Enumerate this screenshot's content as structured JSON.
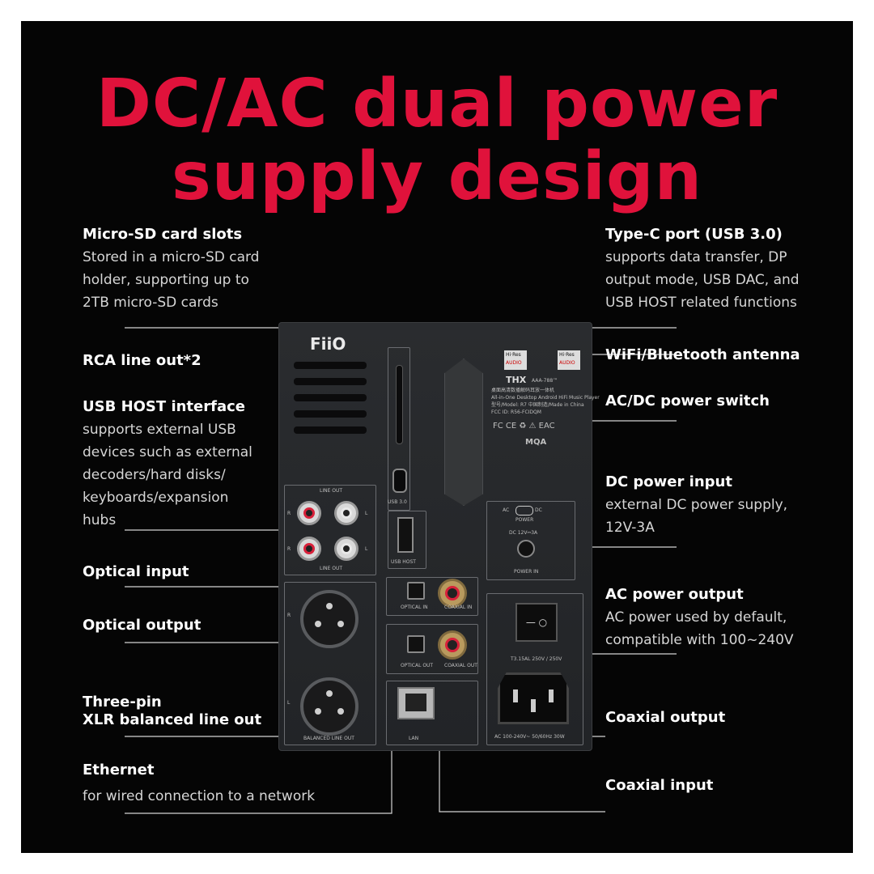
{
  "headline": {
    "line1": "DC/AC dual power",
    "line2": "supply design"
  },
  "features": {
    "microsd": {
      "title": "Micro-SD card slots",
      "desc": "Stored in a micro-SD card\nholder, supporting up to\n2TB micro-SD cards"
    },
    "rca": {
      "title": "RCA line out*2"
    },
    "usbhost": {
      "title": "USB HOST interface",
      "desc": "supports external USB\ndevices such as external\ndecoders/hard disks/\nkeyboards/expansion\nhubs"
    },
    "optin": {
      "title": "Optical input"
    },
    "optout": {
      "title": "Optical output"
    },
    "xlr": {
      "line1": "Three-pin",
      "line2": "XLR balanced line out"
    },
    "ethernet": {
      "title": "Ethernet",
      "desc": "for wired connection to a network"
    },
    "typec": {
      "title": "Type-C port (USB 3.0)",
      "desc": "supports data transfer, DP\noutput mode, USB DAC, and\n USB HOST related functions"
    },
    "wifi": {
      "title": "WiFi/Bluetooth antenna"
    },
    "switch": {
      "title": "AC/DC power switch"
    },
    "dcin": {
      "title": "DC power input",
      "desc": "external DC power supply,\n12V-3A"
    },
    "acout": {
      "title": "AC power output",
      "desc": "AC power used by default,\ncompatible with 100~240V"
    },
    "coaxout": {
      "title": "Coaxial output"
    },
    "coaxin": {
      "title": "Coaxial input"
    }
  },
  "device": {
    "brand": "FiiO",
    "hires1": "Hi·Res",
    "hires1b": "AUDIO",
    "hires2": "Hi·Res",
    "hires2b": "AUDIO",
    "thx": "THX",
    "thx_code": "AAA-788™",
    "info1": "桌面高清数播解码耳放一体机",
    "info2": "All-in-One Desktop Android HiFi Music Player",
    "info3": "型号/Model: R7   中国制造/Made in China",
    "info4": "FCC ID: R56-FCIDQM",
    "certs": "FC CE ♻ ⚠ EAC",
    "mqa": "MQA",
    "usb30": "USB 3.0",
    "usbhost": "USB HOST",
    "lineout_top": "LINE OUT",
    "lineout_bottom": "LINE OUT",
    "r1": "R",
    "l1": "L",
    "r2": "R",
    "l2": "L",
    "rx": "R",
    "lx": "L",
    "optical_in": "OPTICAL IN",
    "coaxial_in": "COAXIAL IN",
    "optical_out": "OPTICAL OUT",
    "coaxial_out": "COAXIAL OUT",
    "balanced": "BALANCED  LINE OUT",
    "lan": "LAN",
    "ac": "AC",
    "dc": "DC",
    "power": "POWER",
    "dc_spec": "DC 12V⎓3A",
    "power_in": "POWER IN",
    "ac_spec": "AC 100-240V~  50/60Hz  30W",
    "fuse": "T3.15AL 250V / 250V"
  }
}
